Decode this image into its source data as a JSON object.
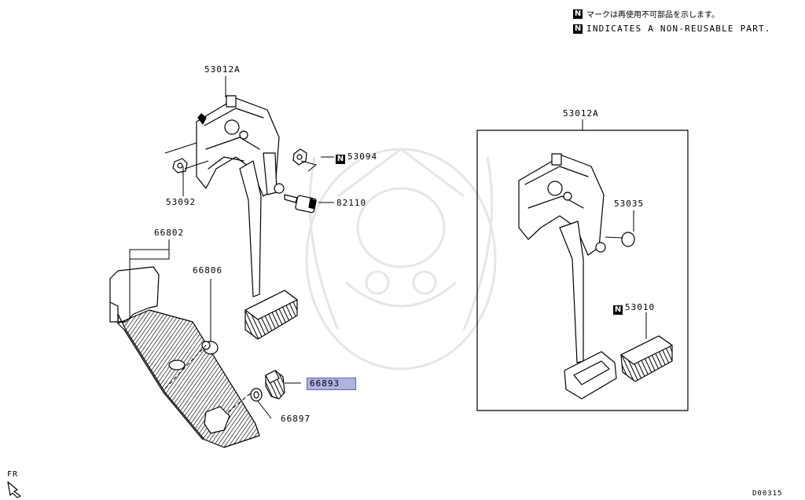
{
  "notes": {
    "nonreusable_jp": "マークは再使用不可部品を示します。",
    "nonreusable_en": "INDICATES A NON-REUSABLE PART.",
    "mark_letter": "N"
  },
  "parts": {
    "p53012A_left": "53012A",
    "p53094": "53094",
    "p53092": "53092",
    "p82110": "82110",
    "p66802": "66802",
    "p66806": "66806",
    "p66893": "66893",
    "p66897": "66897",
    "p53012A_right": "53012A",
    "p53035": "53035",
    "p53010": "53010"
  },
  "highlight_color": "#aeb3e0",
  "orientation_label": "FR",
  "diagram_code": "D00315"
}
